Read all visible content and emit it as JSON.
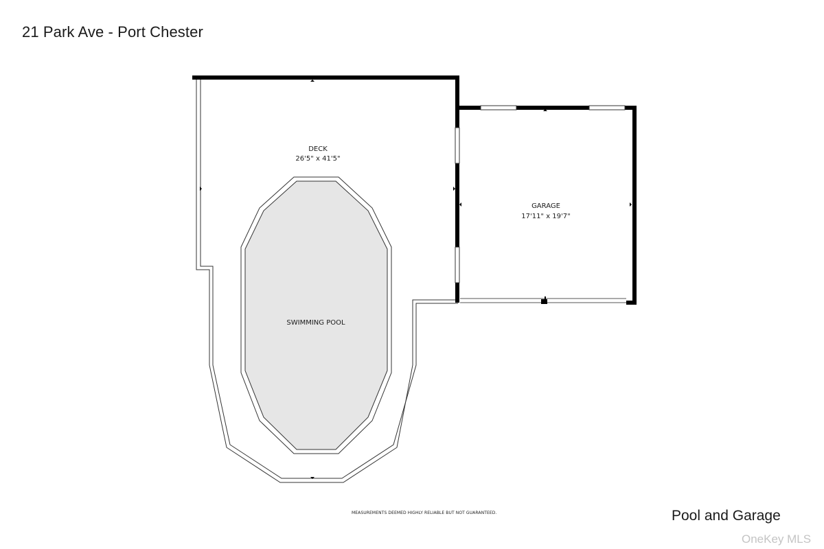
{
  "header": {
    "address": "21 Park Ave - Port Chester"
  },
  "rooms": {
    "deck": {
      "name": "DECK",
      "dims": "26'5\" x 41'5\""
    },
    "garage": {
      "name": "GARAGE",
      "dims": "17'11\" x 19'7\""
    },
    "pool": {
      "name": "SWIMMING POOL"
    }
  },
  "footer": {
    "disclaimer": "MEASUREMENTS DEEMED HIGHLY RELIABLE BUT NOT GUARANTEED.",
    "floor_name": "Pool and Garage",
    "watermark": "OneKey MLS"
  },
  "colors": {
    "wall": "#000000",
    "pool_fill": "#e6e6e6",
    "line": "#333333"
  }
}
